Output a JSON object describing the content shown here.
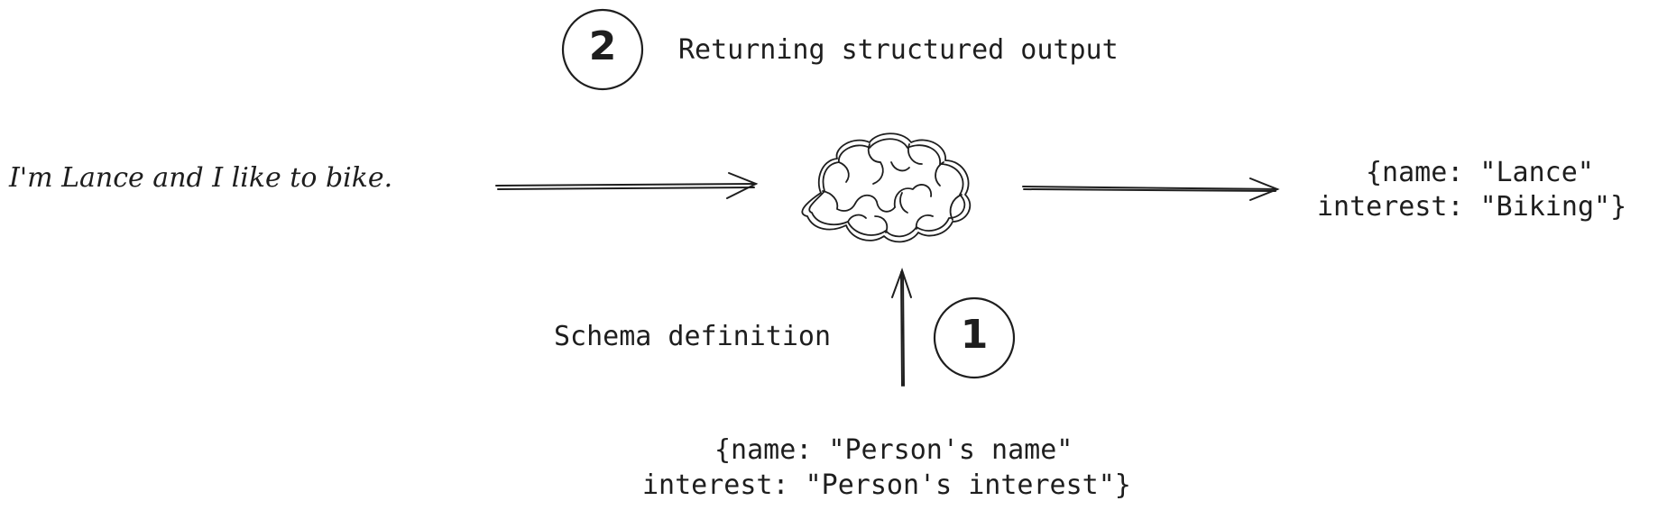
{
  "input_text": "I'm Lance and I like to bike.",
  "step_two": {
    "number": "2",
    "label": "Returning structured output"
  },
  "step_one": {
    "number": "1",
    "label": "Schema definition"
  },
  "schema": {
    "line1": "{name: \"Person's name\"",
    "line2": "interest: \"Person's interest\"}"
  },
  "output": {
    "line1": "{name: \"Lance\"",
    "line2": "interest: \"Biking\"}"
  },
  "icons": {
    "model": "brain-icon"
  },
  "colors": {
    "ink": "#1e1e1e",
    "background": "#ffffff"
  }
}
